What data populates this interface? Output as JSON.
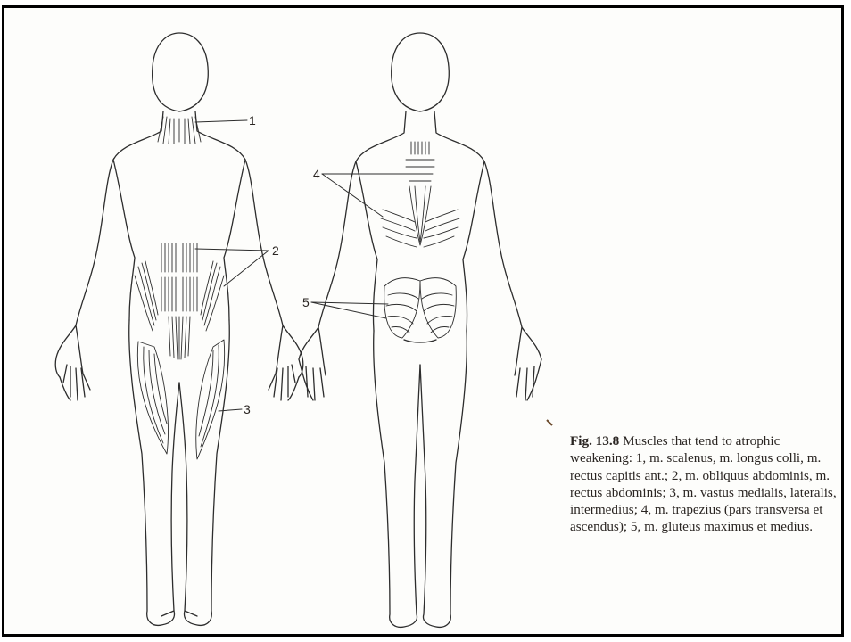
{
  "figure": {
    "front_view": {
      "labels": [
        "1",
        "2",
        "3"
      ]
    },
    "back_view": {
      "labels": [
        "4",
        "5"
      ]
    }
  },
  "caption": {
    "figure_number": "Fig. 13.8",
    "text": "Muscles that tend to atrophic weakening: 1, m. scalenus, m. longus colli, m. rectus capitis ant.; 2, m. obliquus abdominis, m. rectus abdominis; 3, m. vastus medialis, lateralis, intermedius; 4, m. trapezius (pars transversa et ascendus); 5, m. gluteus maximus et medius."
  }
}
